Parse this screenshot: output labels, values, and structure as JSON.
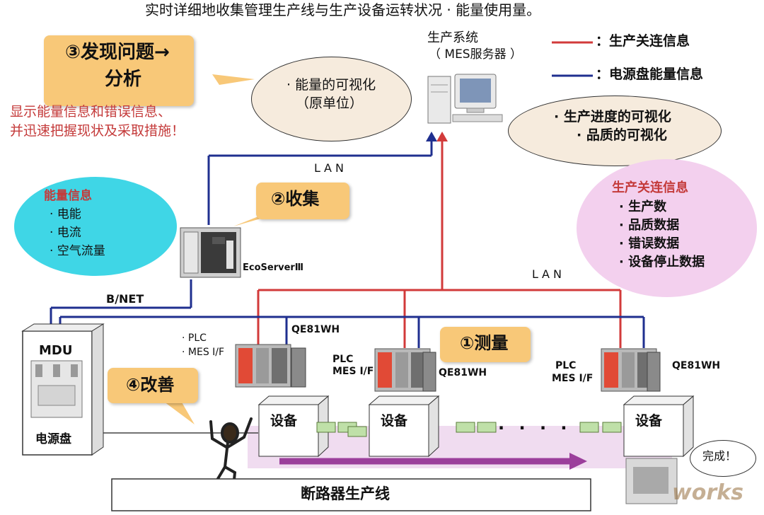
{
  "header": "实时详细地收集管理生产线与生产设备运转状况 · 能量使用量。",
  "step3": {
    "line1": "③发现问题→",
    "line2": "分析"
  },
  "step3_desc": {
    "line1": "显示能量信息和错误信息、",
    "line2": "并迅速把握现状及采取措施！"
  },
  "bubble_energy": {
    "line1": "· 能量的可视化",
    "line2": "（原单位）"
  },
  "mes": {
    "line1": "生产系统",
    "line2": "（ MES服务器 ）"
  },
  "legend": [
    {
      "label": "：生产关连信息",
      "color": "#d23a3a"
    },
    {
      "label": "：电源盘能量信息",
      "color": "#1f2f8f"
    }
  ],
  "bubble_progress": {
    "line1": "· 生产进度的可视化",
    "line2": "· 品质的可视化"
  },
  "lan_top": "L A N",
  "lan_mid": "L A N",
  "energy_info": {
    "title": "能量信息",
    "items": [
      "· 电能",
      "· 电流",
      "· 空气流量"
    ]
  },
  "step2": "②收集",
  "ecoserver": "EcoServerⅢ",
  "prod_info": {
    "title": "生产关连信息",
    "items": [
      "· 生产数",
      "· 品质数据",
      "· 错误数据",
      "· 设备停止数据"
    ]
  },
  "bnet": "B/NET",
  "plc1": {
    "line1": "· PLC",
    "line2": "· MES I/F"
  },
  "qe1": "QE81WH",
  "plc2": {
    "line1": "PLC",
    "line2": "MES I/F"
  },
  "qe2": "QE81WH",
  "plc3": {
    "line1": "PLC",
    "line2": "MES I/F"
  },
  "qe3": "QE81WH",
  "step1": "①测量",
  "mdu": "MDU",
  "power_panel": "电源盘",
  "step4": "④改善",
  "equipment": [
    "设备",
    "设备",
    "设备"
  ],
  "dots": "· · · ·",
  "done": "完成！",
  "line_name": "断路器生产线",
  "watermark": "works",
  "colors": {
    "red_line": "#d23a3a",
    "blue_line": "#1f2f8f",
    "callout": "#f8c878",
    "cyan": "#3fd6e6",
    "pink": "#f3d0ee",
    "cream": "#f6ebdd"
  }
}
